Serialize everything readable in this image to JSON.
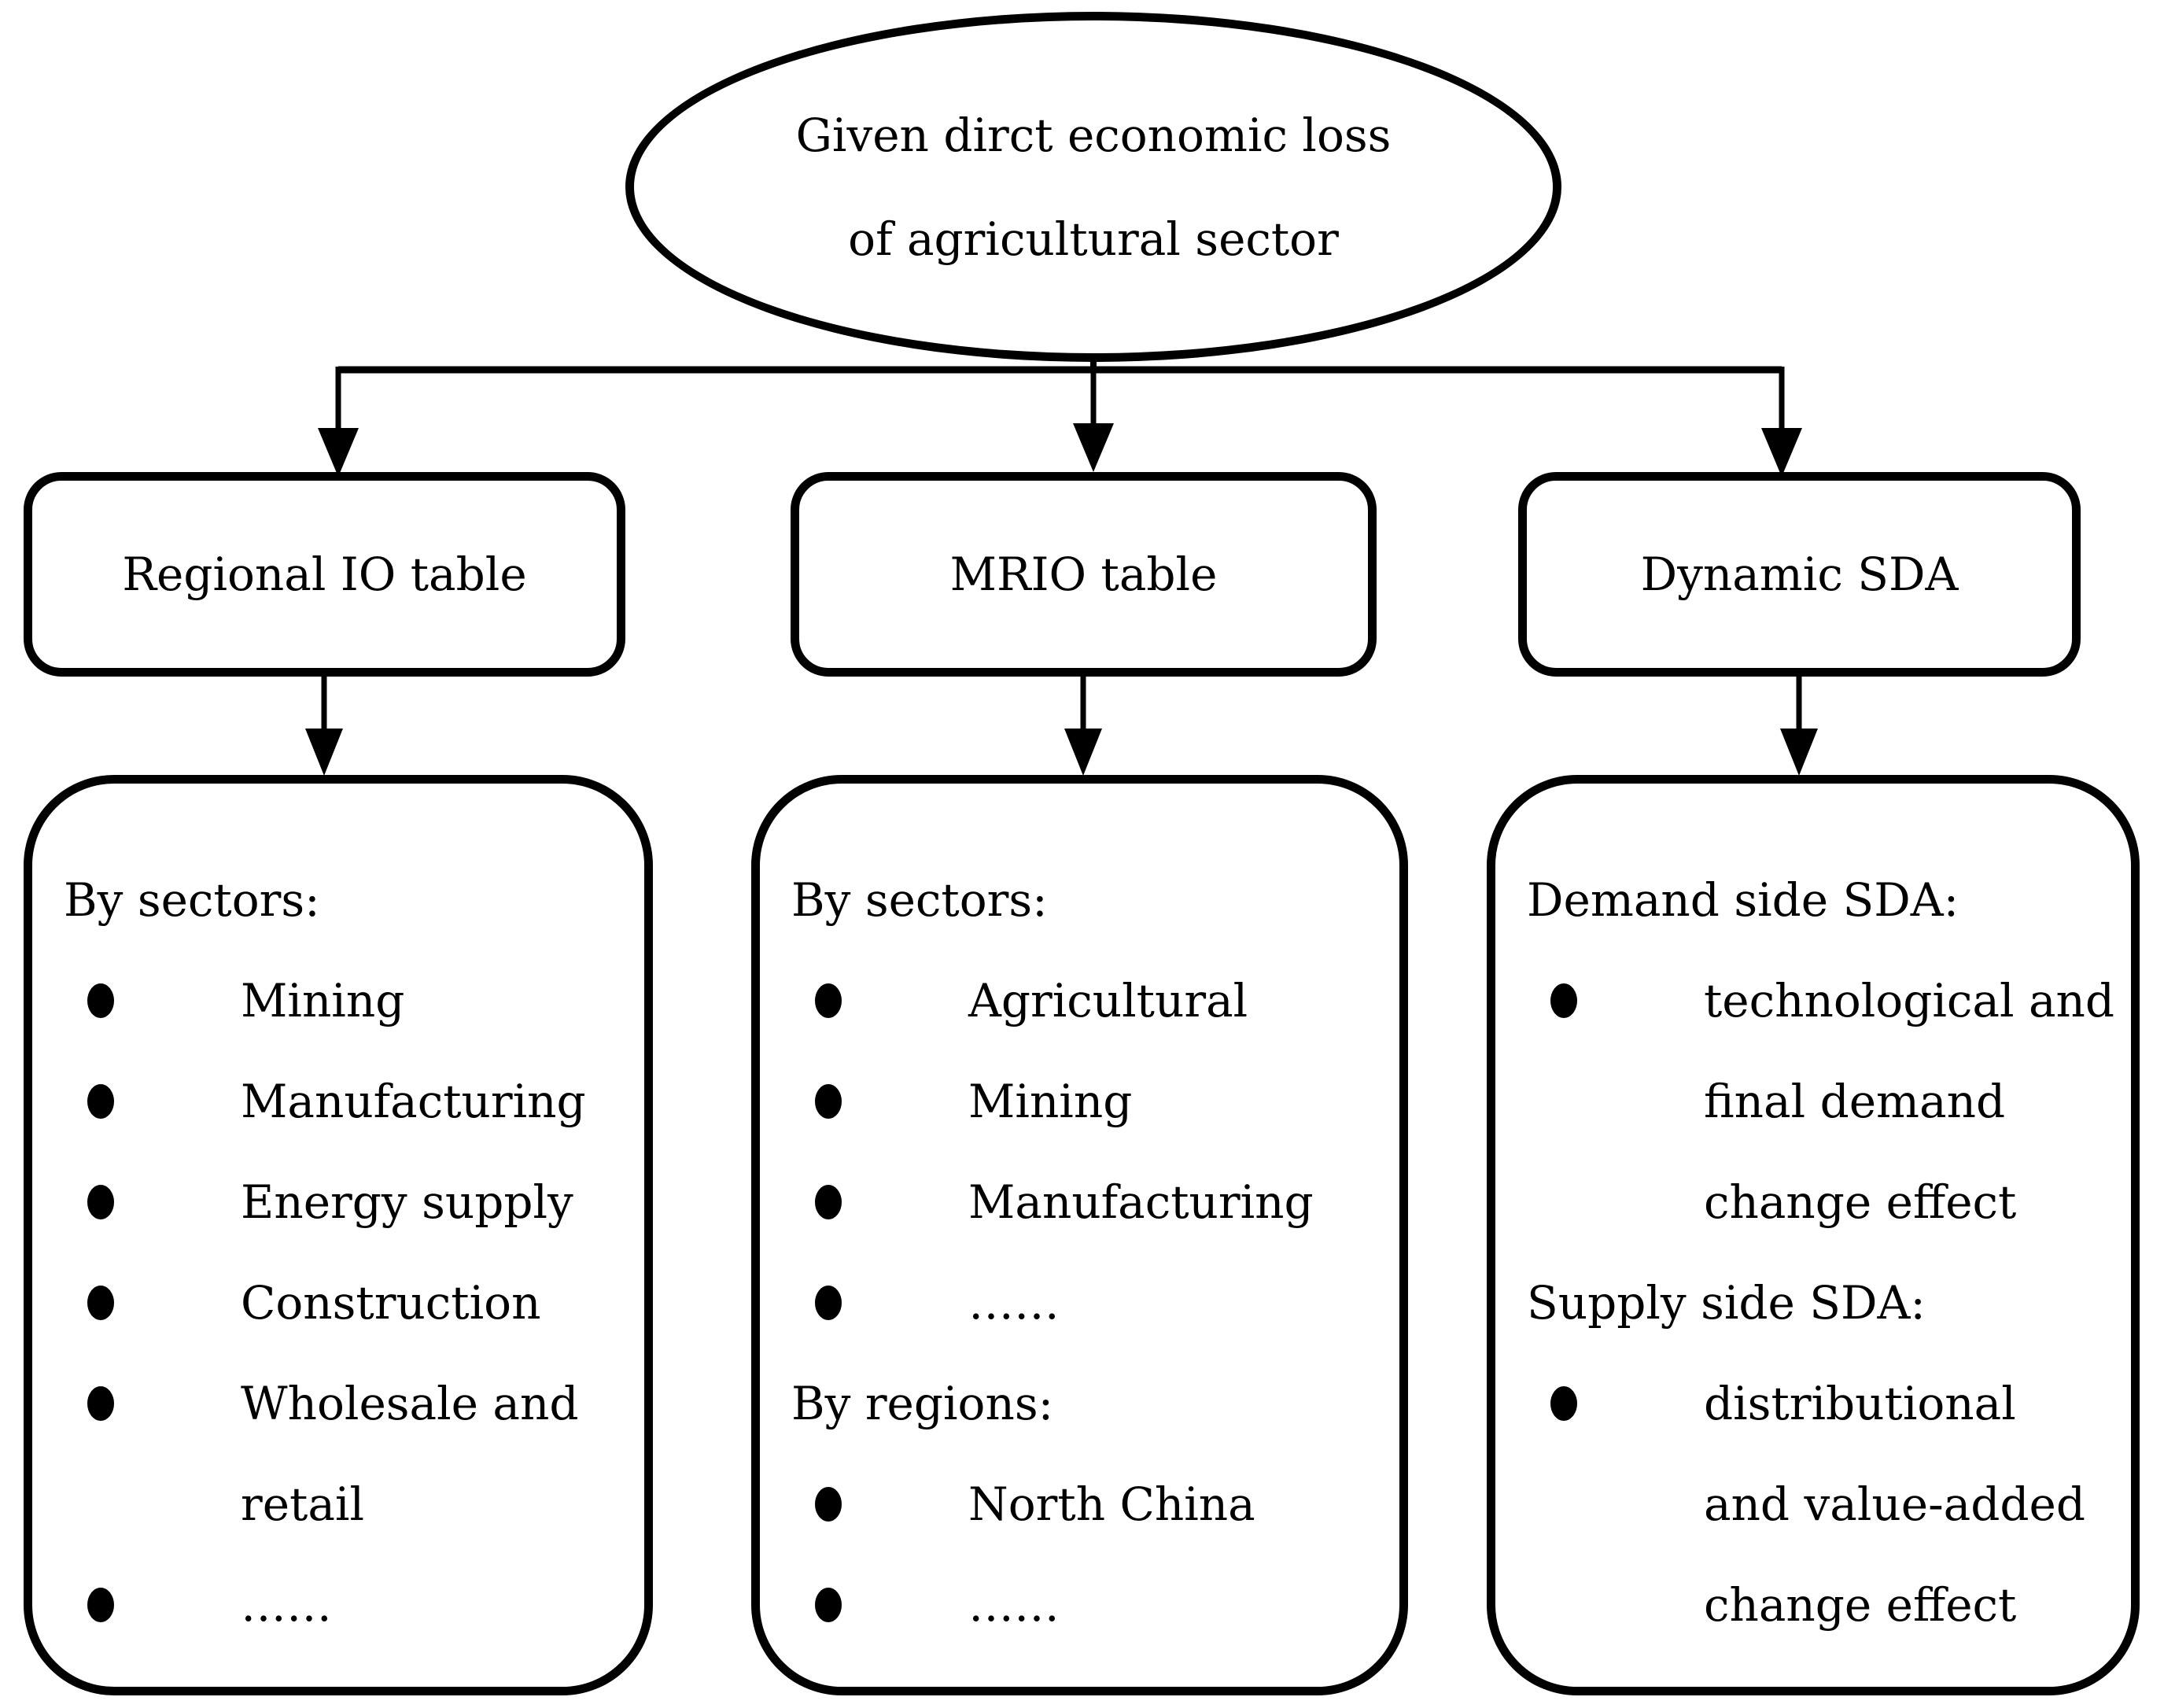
{
  "figure": {
    "colors": {
      "ink": "#000000",
      "background": "#ffffff"
    },
    "root_node": {
      "line1": "Given dirct economic loss",
      "line2": "of agricultural sector"
    },
    "branches": [
      {
        "title": "Regional IO table",
        "rows": [
          "By sectors:",
          "Mining",
          "Manufacturing",
          "Energy supply",
          "Construction",
          "Wholesale and",
          "retail",
          "……"
        ]
      },
      {
        "title": "MRIO table",
        "rows": [
          "By sectors:",
          "Agricultural",
          "Mining",
          "Manufacturing",
          "……",
          "By regions:",
          "North China",
          "……"
        ]
      },
      {
        "title": "Dynamic SDA",
        "rows": [
          "Demand side SDA:",
          "technological and",
          "final demand",
          "change effect",
          "Supply side SDA:",
          "distributional",
          "and value-added",
          "change effect"
        ]
      }
    ]
  }
}
